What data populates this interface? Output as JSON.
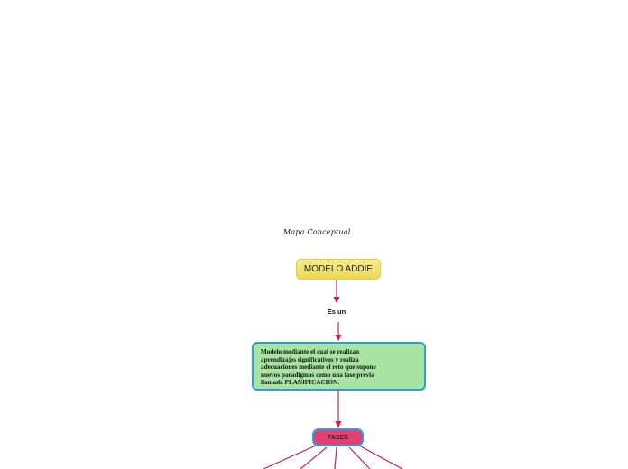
{
  "map": {
    "title": "Mapa Conceptual",
    "root": {
      "label": "MODELO ADDIE"
    },
    "link_label": "Es un",
    "description": {
      "lines": [
        "Modelo mediante el cual se realizan",
        "aprendizajes significativos y realiza",
        "adecuaciones mediante el reto que supone",
        "nuevos paradigmas como una fase previa",
        "llamada PLANIFICACION."
      ]
    },
    "phases": {
      "label": "FASES"
    }
  },
  "colors": {
    "connector": "#d61a5a",
    "root_fill": "#f0e06a",
    "description_fill": "#a7e4a1",
    "node_border": "#2a9ee5",
    "phases_fill": "#e53f72"
  }
}
